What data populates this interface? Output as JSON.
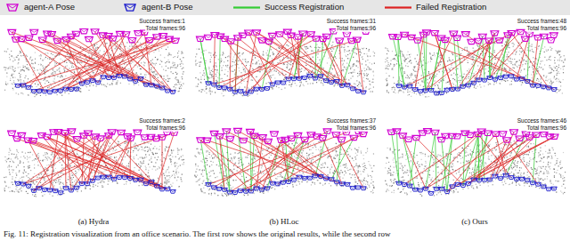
{
  "diagram": {
    "caption": "Fig. 11: Registration visualization from an office scenario. The first row shows the original results, while the second row",
    "labels": [
      "Success frames:1",
      "Total frames:96",
      "Success frames:31",
      "Total frames:96",
      "Success frames:48",
      "Total frames:96",
      "Success frames:2",
      "Total frames:96",
      "Success frames:37",
      "Total frames:96",
      "Success frames:46",
      "Total frames:96",
      "(a) Hydra",
      "(b) HLoc",
      "(c) Ours"
    ],
    "legend": [
      {
        "text": "agent-A Pose"
      },
      {
        "text": "agent-B Pose"
      },
      {
        "text": "Success Registration"
      },
      {
        "text": "Failed Registration"
      }
    ]
  }
}
